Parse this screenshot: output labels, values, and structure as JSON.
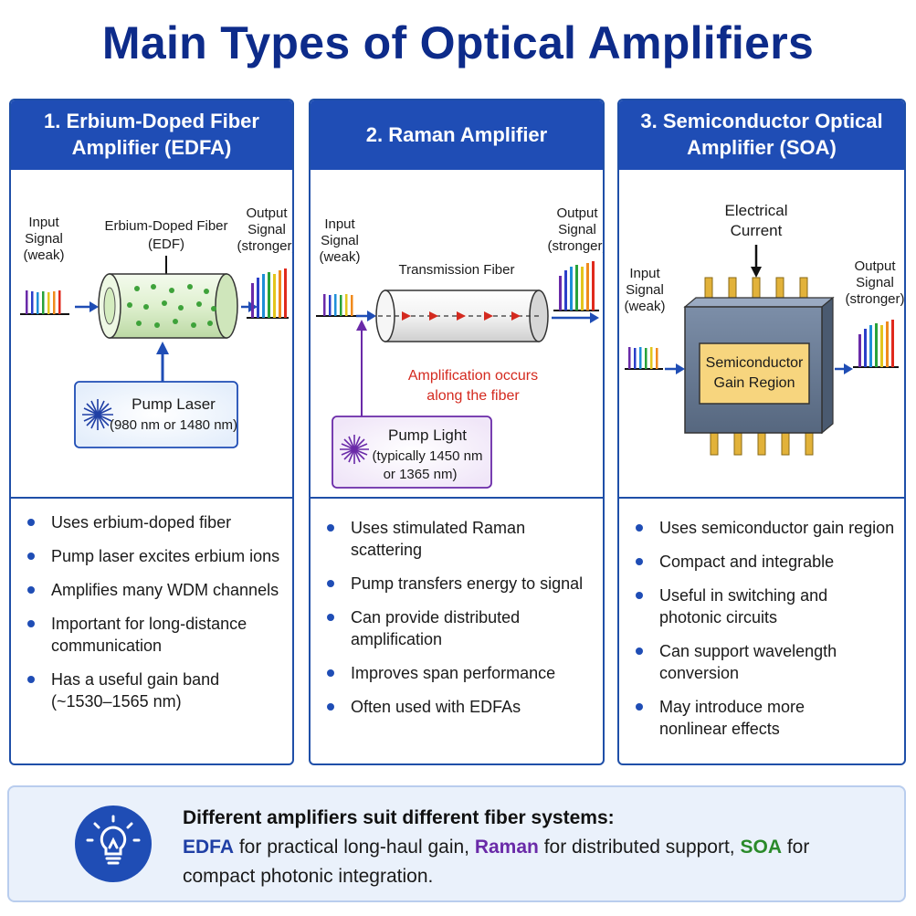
{
  "title": "Main Types of Optical Amplifiers",
  "panels": [
    {
      "header": [
        "1. Erbium-Doped Fiber",
        "Amplifier (EDFA)"
      ],
      "labels": {
        "input": [
          "Input",
          "Signal",
          "(weak)"
        ],
        "output": [
          "Output",
          "Signal",
          "(stronger)"
        ],
        "fiber": [
          "Erbium-Doped Fiber",
          "(EDF)"
        ],
        "pump": [
          "Pump Laser",
          "(980 nm or 1480 nm)"
        ]
      },
      "bullets": [
        [
          "Uses erbium-doped fiber"
        ],
        [
          "Pump laser excites erbium ions"
        ],
        [
          "Amplifies many WDM channels"
        ],
        [
          "Important for long-distance",
          "communication"
        ],
        [
          "Has a useful gain band",
          "(~1530–1565 nm)"
        ]
      ]
    },
    {
      "header": [
        "2. Raman Amplifier"
      ],
      "labels": {
        "input": [
          "Input",
          "Signal",
          "(weak)"
        ],
        "output": [
          "Output",
          "Signal",
          "(stronger)"
        ],
        "fiber": [
          "Transmission Fiber"
        ],
        "amplification": [
          "Amplification occurs",
          "along the fiber"
        ],
        "pump": [
          "Pump Light",
          "(typically 1450 nm",
          "or 1365 nm)"
        ]
      },
      "bullets": [
        [
          "Uses stimulated Raman scattering"
        ],
        [
          "Pump transfers energy to signal"
        ],
        [
          "Can provide distributed",
          "amplification"
        ],
        [
          "Improves span performance"
        ],
        [
          "Often used with EDFAs"
        ]
      ]
    },
    {
      "header": [
        "3. Semiconductor Optical",
        "Amplifier (SOA)"
      ],
      "labels": {
        "input": [
          "Input",
          "Signal",
          "(weak)"
        ],
        "output": [
          "Output",
          "Signal",
          "(stronger)"
        ],
        "current": [
          "Electrical",
          "Current"
        ],
        "gain": [
          "Semiconductor",
          "Gain Region"
        ]
      },
      "bullets": [
        [
          "Uses semiconductor gain region"
        ],
        [
          "Compact and integrable"
        ],
        [
          "Useful in switching and",
          "photonic circuits"
        ],
        [
          "Can support wavelength",
          "conversion"
        ],
        [
          "May introduce more",
          "nonlinear effects"
        ]
      ]
    }
  ],
  "summary": {
    "title": "Different amplifiers suit different fiber systems:",
    "kw_edfa": "EDFA",
    "text_edfa": " for practical long-haul gain, ",
    "kw_raman": "Raman",
    "text_raman": " for distributed support, ",
    "kw_soa": "SOA",
    "text_soa": " for",
    "line2": "compact photonic integration."
  },
  "icons": [
    "lightbulb-icon",
    "starburst-icon",
    "arrow-icon"
  ],
  "colors": {
    "title": "#0d2b8a",
    "header": "#1f4db5",
    "edfa": "#1f3fa5",
    "raman": "#6a2aa8",
    "soa": "#2a8a2a",
    "amplification": "#d42a1f"
  }
}
